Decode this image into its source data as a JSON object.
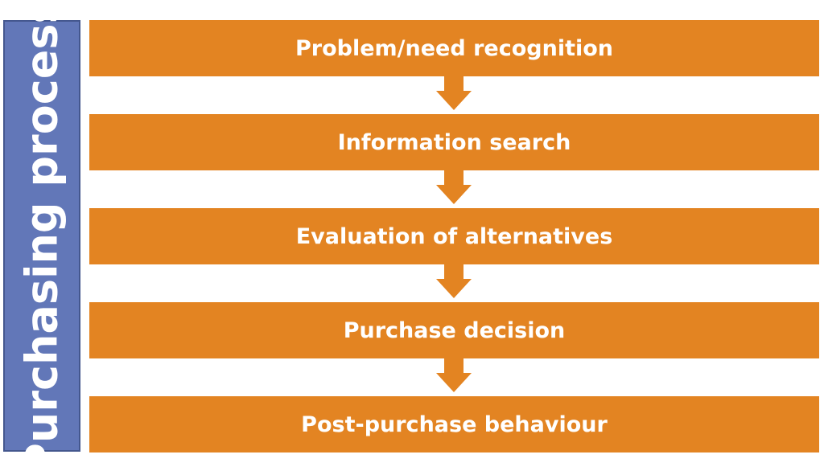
{
  "title": "Purchasing process",
  "steps": [
    "Problem/need recognition",
    "Information search",
    "Evaluation of alternatives",
    "Purchase decision",
    "Post-purchase behaviour"
  ],
  "colors": {
    "side_fill": "#6277b8",
    "side_border": "#44578e",
    "step_fill": "#e38422",
    "text": "#ffffff"
  }
}
